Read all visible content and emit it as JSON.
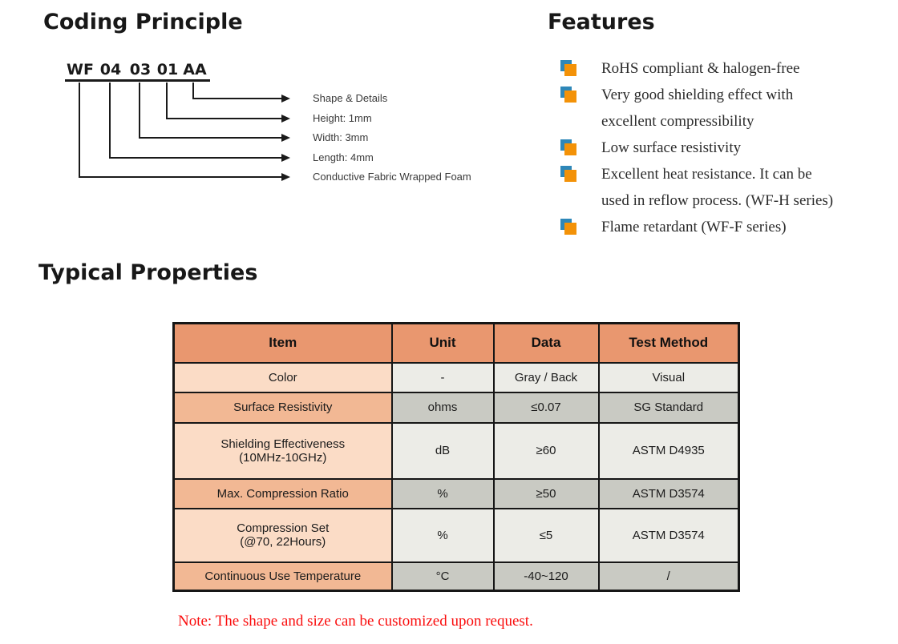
{
  "coding": {
    "title": "Coding Principle",
    "code_parts": [
      "WF",
      "04",
      "03",
      "01",
      "AA"
    ],
    "labels": [
      "Shape & Details",
      "Height: 1mm",
      "Width: 3mm",
      "Length: 4mm",
      "Conductive Fabric Wrapped Foam"
    ]
  },
  "features": {
    "title": "Features",
    "bullet_icon": "overlapping-squares-bullet",
    "bullet_colors": {
      "back": "#2E87B8",
      "front": "#F39208"
    },
    "lines": [
      {
        "text": "RoHS compliant & halogen-free"
      },
      {
        "text": "Very good shielding effect with"
      },
      {
        "text": "excellent compressibility"
      },
      {
        "text": "Low surface resistivity"
      },
      {
        "text": "Excellent heat resistance. It can be"
      },
      {
        "text": "used in reflow process. (WF-H series)"
      },
      {
        "text": "Flame retardant (WF-F series)"
      }
    ]
  },
  "properties": {
    "title": "Typical Properties",
    "table": {
      "headers": [
        "Item",
        "Unit",
        "Data",
        "Test Method"
      ],
      "header_bg": "#E9976F",
      "row_bg": {
        "item_light": "#FBDCC6",
        "item_dark": "#F2B894",
        "cell_light": "#ECECE7",
        "cell_dark": "#C9CAC3"
      },
      "rows": [
        {
          "item": "Color",
          "unit": "-",
          "data": "Gray / Back",
          "test": "Visual"
        },
        {
          "item": "Surface Resistivity",
          "unit": "ohms",
          "data": "≤0.07",
          "test": "SG Standard"
        },
        {
          "item": "Shielding Effectiveness\n(10MHz-10GHz)",
          "unit": "dB",
          "data": "≥60",
          "test": "ASTM D4935"
        },
        {
          "item": "Max. Compression Ratio",
          "unit": "%",
          "data": "≥50",
          "test": "ASTM D3574"
        },
        {
          "item": "Compression Set\n(@70, 22Hours)",
          "unit": "%",
          "data": "≤5",
          "test": "ASTM D3574"
        },
        {
          "item": "Continuous Use Temperature",
          "unit": "°C",
          "data": "-40~120",
          "test": "/"
        }
      ]
    },
    "note": "Note: The shape and size can be customized upon request."
  }
}
